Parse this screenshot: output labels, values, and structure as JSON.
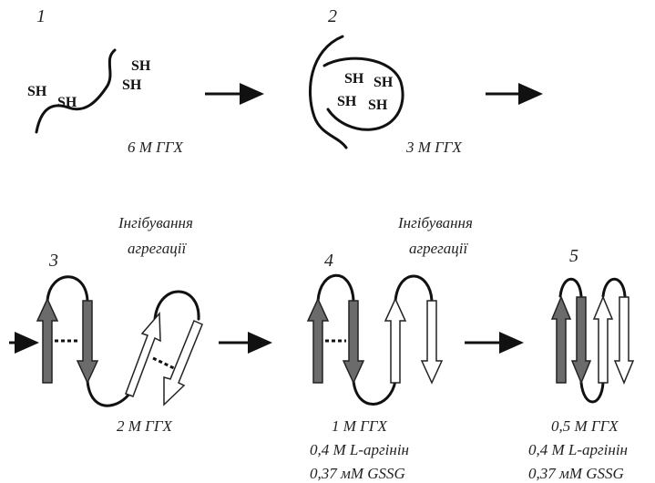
{
  "steps": [
    {
      "number": "1",
      "sh_labels": [
        "SH",
        "SH",
        "SH",
        "SH"
      ],
      "condition": "6 М ГГХ"
    },
    {
      "number": "2",
      "sh_labels": [
        "SH",
        "SH",
        "SH",
        "SH"
      ],
      "condition": "3 М ГГХ"
    },
    {
      "number": "3",
      "condition_lines": [
        "2 М ГГХ"
      ]
    },
    {
      "number": "4",
      "condition_lines": [
        "1 М ГГХ",
        "0,4 М L-аргінін",
        "0,37 мМ GSSG"
      ]
    },
    {
      "number": "5",
      "condition_lines": [
        "0,5 М ГГХ",
        "0,4 М L-аргінін",
        "0,37 мМ GSSG"
      ]
    }
  ],
  "inhibition_labels": [
    {
      "line1": "Інгібування",
      "line2": "агрегації"
    },
    {
      "line1": "Інгібування",
      "line2": "агрегації"
    }
  ]
}
